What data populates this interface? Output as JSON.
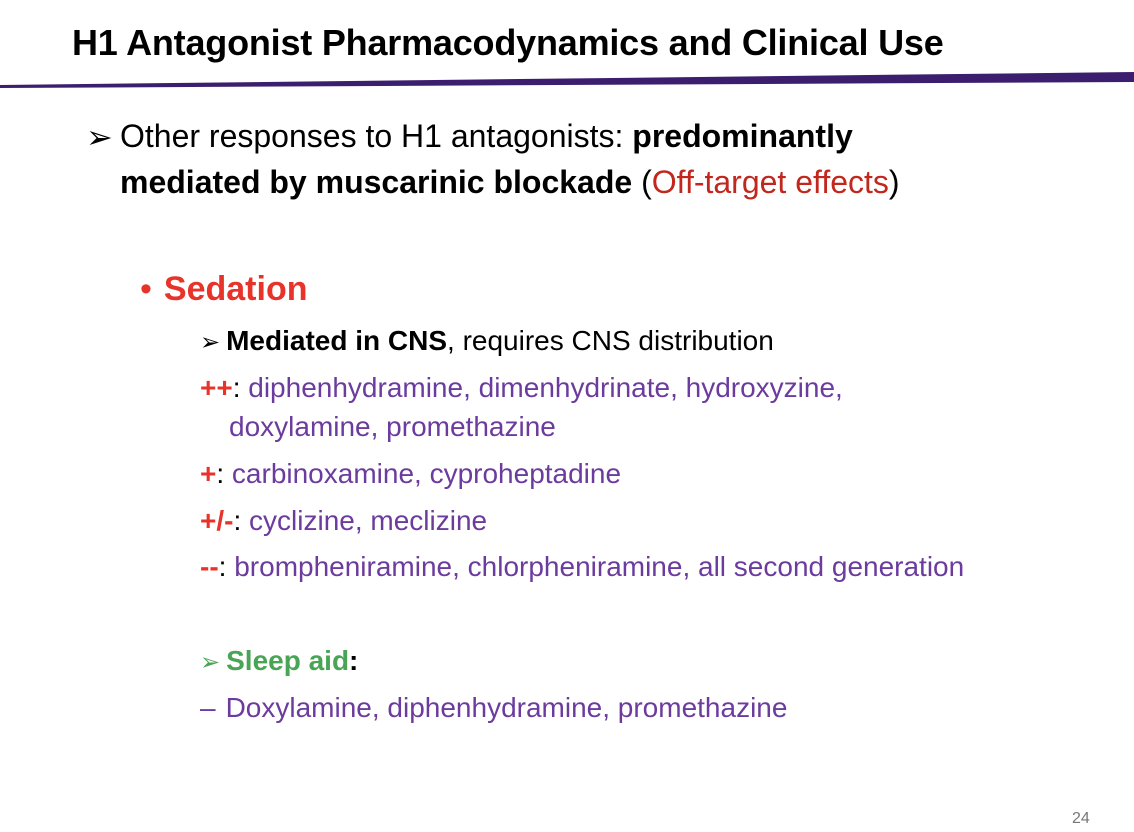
{
  "slide": {
    "title": "H1 Antagonist Pharmacodynamics and Clinical Use",
    "page_number": "24"
  },
  "bullet_main": {
    "text_plain": "Other responses to H1 antagonists: ",
    "text_bold_1": "predominantly",
    "text_bold_2": "mediated by muscarinic blockade",
    "paren_open": " (",
    "text_red": "Off-target effects",
    "paren_close": ")"
  },
  "section": {
    "bullet": "•",
    "heading": "Sedation"
  },
  "mediated": {
    "bold": "Mediated in CNS",
    "rest": ", requires CNS distribution"
  },
  "levels": [
    {
      "symbol": "++",
      "drugs_line1": "diphenhydramine, dimenhydrinate, hydroxyzine,",
      "drugs_line2": "doxylamine, promethazine"
    },
    {
      "symbol": "+",
      "drugs": "carbinoxamine, cyproheptadine"
    },
    {
      "symbol": "+/-",
      "drugs": "cyclizine, meclizine"
    },
    {
      "symbol": "--",
      "drugs": "brompheniramine, chlorpheniramine, all second generation"
    }
  ],
  "separator": ":",
  "sleep_aid": {
    "label": "Sleep aid",
    "colon": ":",
    "dash": "–",
    "drugs": "Doxylamine, diphenhydramine, promethazine"
  },
  "colors": {
    "title_rule": "#3b1e6e",
    "red_text": "#c2271d",
    "bright_red": "#e8332a",
    "purple_text": "#6c3b9e",
    "green_text": "#4aa455"
  }
}
